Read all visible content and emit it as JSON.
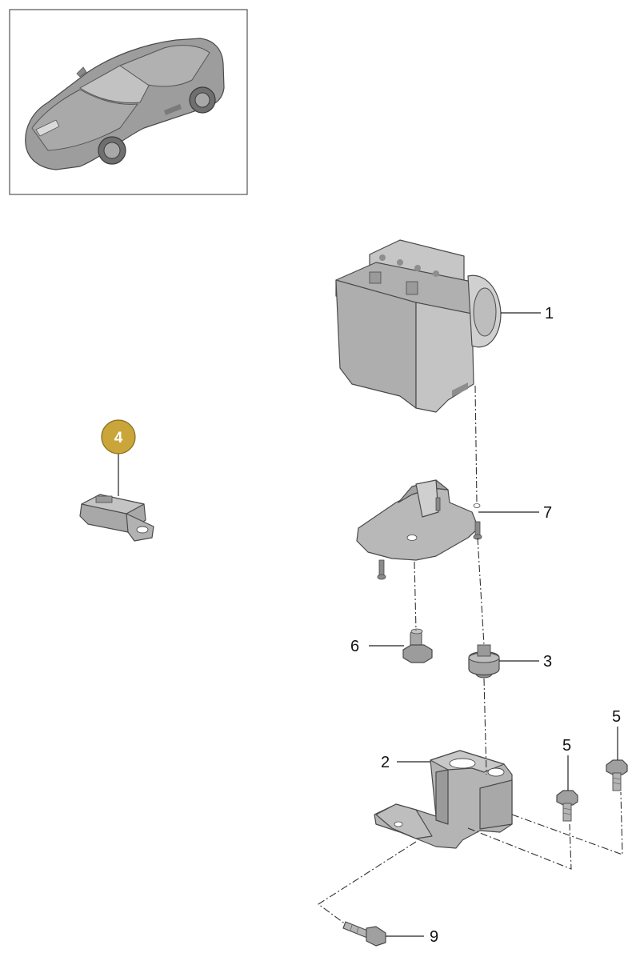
{
  "callouts": {
    "c1": "1",
    "c2": "2",
    "c3": "3",
    "c4": "4",
    "c5a": "5",
    "c5b": "5",
    "c6": "6",
    "c7": "7",
    "c9": "9"
  },
  "colors": {
    "badge_fill": "#C9A53A",
    "badge_stroke": "#8A6E1E",
    "part_fill": "#B9B9B9",
    "part_shade": "#8E8E8E",
    "part_light": "#D6D6D6"
  },
  "icons": {
    "vehicle": "car-thumbnail-icon"
  }
}
